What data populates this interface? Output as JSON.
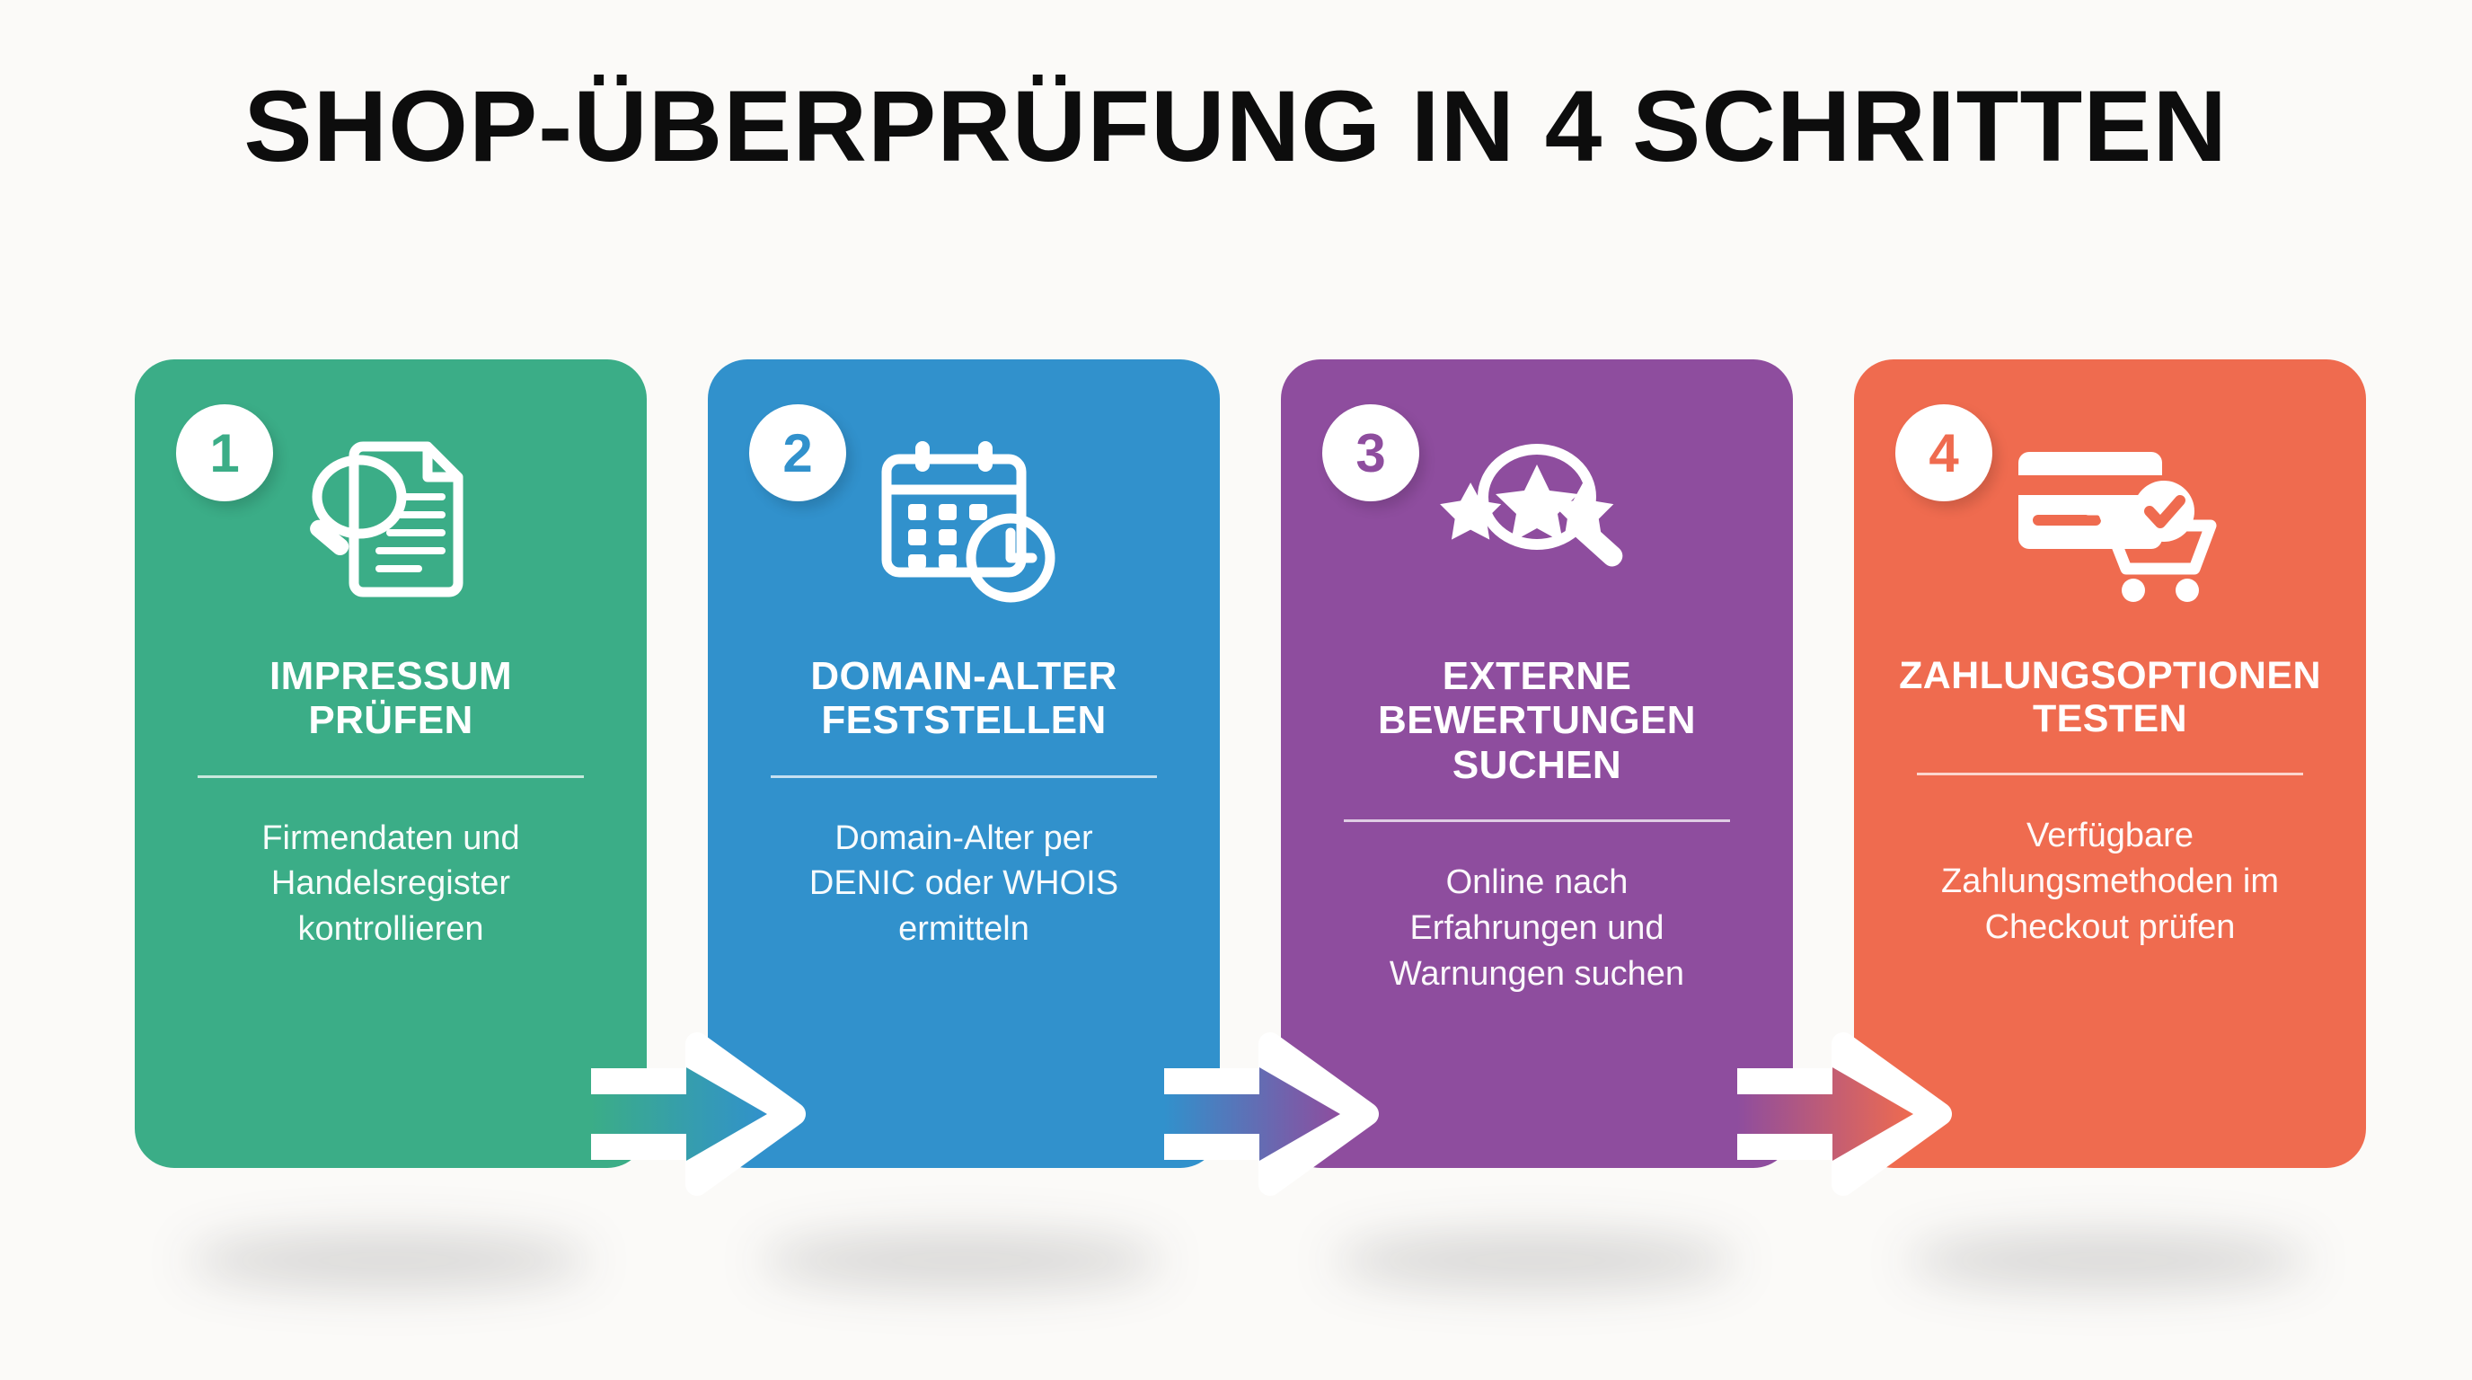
{
  "title": "SHOP-ÜBERPRÜFUNG IN 4 SCHRITTEN",
  "background_color": "#fbfaf8",
  "title_color": "#0d0d0d",
  "steps": [
    {
      "number": "1",
      "color": "#3bad87",
      "icon": "document-magnifier-icon",
      "heading": "IMPRESSUM\nPRÜFEN",
      "body": "Firmendaten und\nHandelsregister\nkontrollieren"
    },
    {
      "number": "2",
      "color": "#3191cc",
      "icon": "calendar-clock-icon",
      "heading": "DOMAIN-ALTER\nFESTSTELLEN",
      "body": "Domain-Alter per\nDENIC oder WHOIS\nermitteln"
    },
    {
      "number": "3",
      "color": "#8e4d9e",
      "icon": "star-magnifier-icon",
      "heading": "EXTERNE\nBEWERTUNGEN\nSUCHEN",
      "body": "Online nach\nErfahrungen und\nWarnungen suchen"
    },
    {
      "number": "4",
      "color": "#ef6b4f",
      "icon": "credit-card-cart-check-icon",
      "heading": "ZAHLUNGSOPTIONEN\nTESTEN",
      "body": "Verfügbare\nZahlungsmethoden im\nCheckout prüfen"
    }
  ],
  "connectors": [
    {
      "name": "arrow-step1-to-step2",
      "from_color": "#3bad87",
      "to_color": "#3191cc"
    },
    {
      "name": "arrow-step2-to-step3",
      "from_color": "#3191cc",
      "to_color": "#8e4d9e"
    },
    {
      "name": "arrow-step3-to-step4",
      "from_color": "#8e4d9e",
      "to_color": "#ef6b4f"
    }
  ]
}
